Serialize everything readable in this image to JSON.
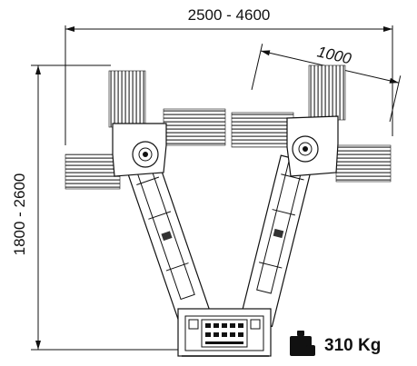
{
  "dimensions": {
    "overall_width": "2500 - 4600",
    "arm_width": "1000",
    "overall_height": "1800 - 2600"
  },
  "weight": {
    "value": "310 Kg",
    "icon": "weight-icon"
  },
  "colors": {
    "line": "#111111",
    "mast": "#ffffff",
    "grille": "#333333"
  }
}
